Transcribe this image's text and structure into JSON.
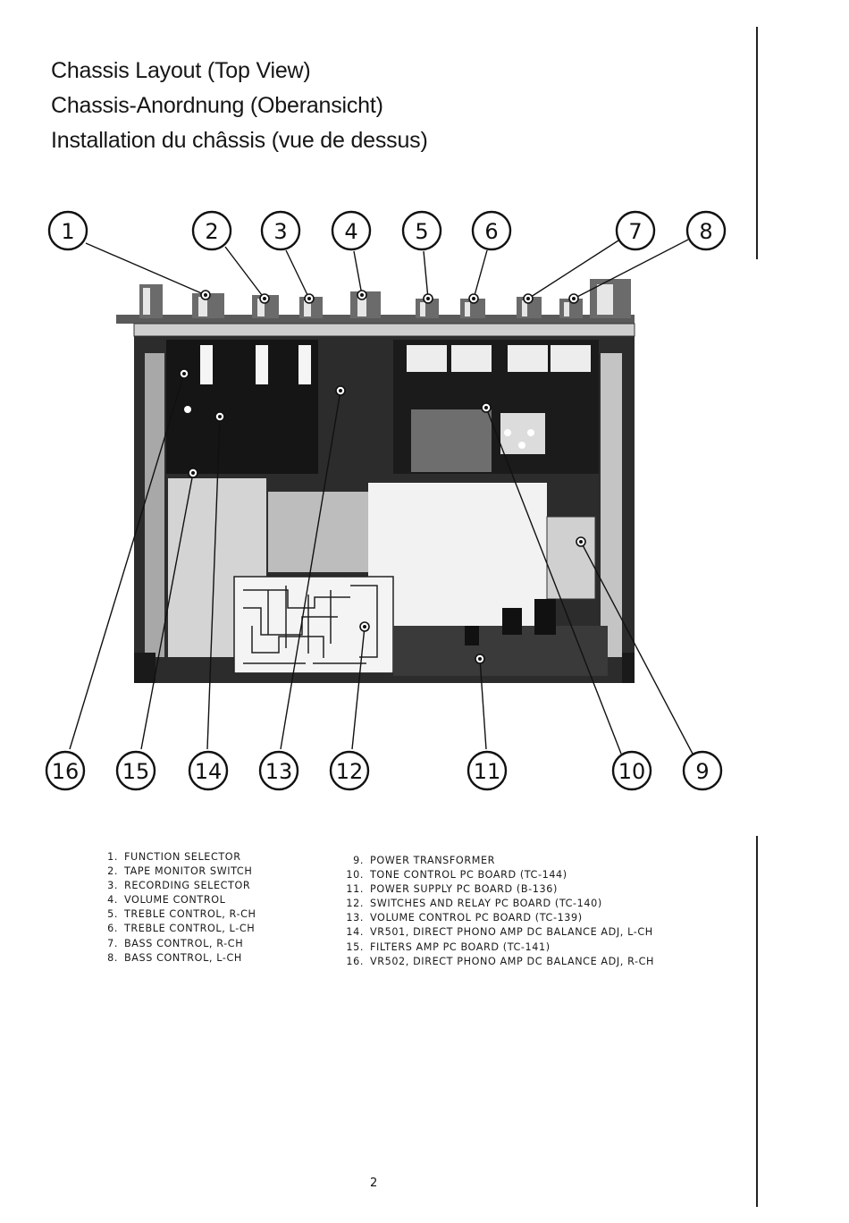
{
  "titles": [
    "Chassis Layout (Top View)",
    "Chassis-Anordnung (Oberansicht)",
    "Installation du châssis (vue de dessus)"
  ],
  "callouts": [
    {
      "number": "1"
    },
    {
      "number": "2"
    },
    {
      "number": "3"
    },
    {
      "number": "4"
    },
    {
      "number": "5"
    },
    {
      "number": "6"
    },
    {
      "number": "7"
    },
    {
      "number": "8"
    },
    {
      "number": "9"
    },
    {
      "number": "10"
    },
    {
      "number": "11"
    },
    {
      "number": "12"
    },
    {
      "number": "13"
    },
    {
      "number": "14"
    },
    {
      "number": "15"
    },
    {
      "number": "16"
    }
  ],
  "legend_left": [
    {
      "number": "1.",
      "label": "FUNCTION SELECTOR"
    },
    {
      "number": "2.",
      "label": "TAPE MONITOR SWITCH"
    },
    {
      "number": "3.",
      "label": "RECORDING SELECTOR"
    },
    {
      "number": "4.",
      "label": "VOLUME CONTROL"
    },
    {
      "number": "5.",
      "label": "TREBLE CONTROL, R-CH"
    },
    {
      "number": "6.",
      "label": "TREBLE CONTROL, L-CH"
    },
    {
      "number": "7.",
      "label": "BASS CONTROL, R-CH"
    },
    {
      "number": "8.",
      "label": "BASS CONTROL, L-CH"
    }
  ],
  "legend_right": [
    {
      "number": "9.",
      "label": "POWER TRANSFORMER"
    },
    {
      "number": "10.",
      "label": "TONE CONTROL PC BOARD (TC-144)"
    },
    {
      "number": "11.",
      "label": "POWER SUPPLY PC BOARD (B-136)"
    },
    {
      "number": "12.",
      "label": "SWITCHES AND RELAY PC BOARD (TC-140)"
    },
    {
      "number": "13.",
      "label": "VOLUME CONTROL PC BOARD (TC-139)"
    },
    {
      "number": "14.",
      "label": "VR501, DIRECT PHONO AMP DC BALANCE ADJ, L-CH"
    },
    {
      "number": "15.",
      "label": "FILTERS AMP PC BOARD (TC-141)"
    },
    {
      "number": "16.",
      "label": "VR502, DIRECT PHONO AMP DC BALANCE ADJ, R-CH"
    }
  ],
  "page_number": "2"
}
